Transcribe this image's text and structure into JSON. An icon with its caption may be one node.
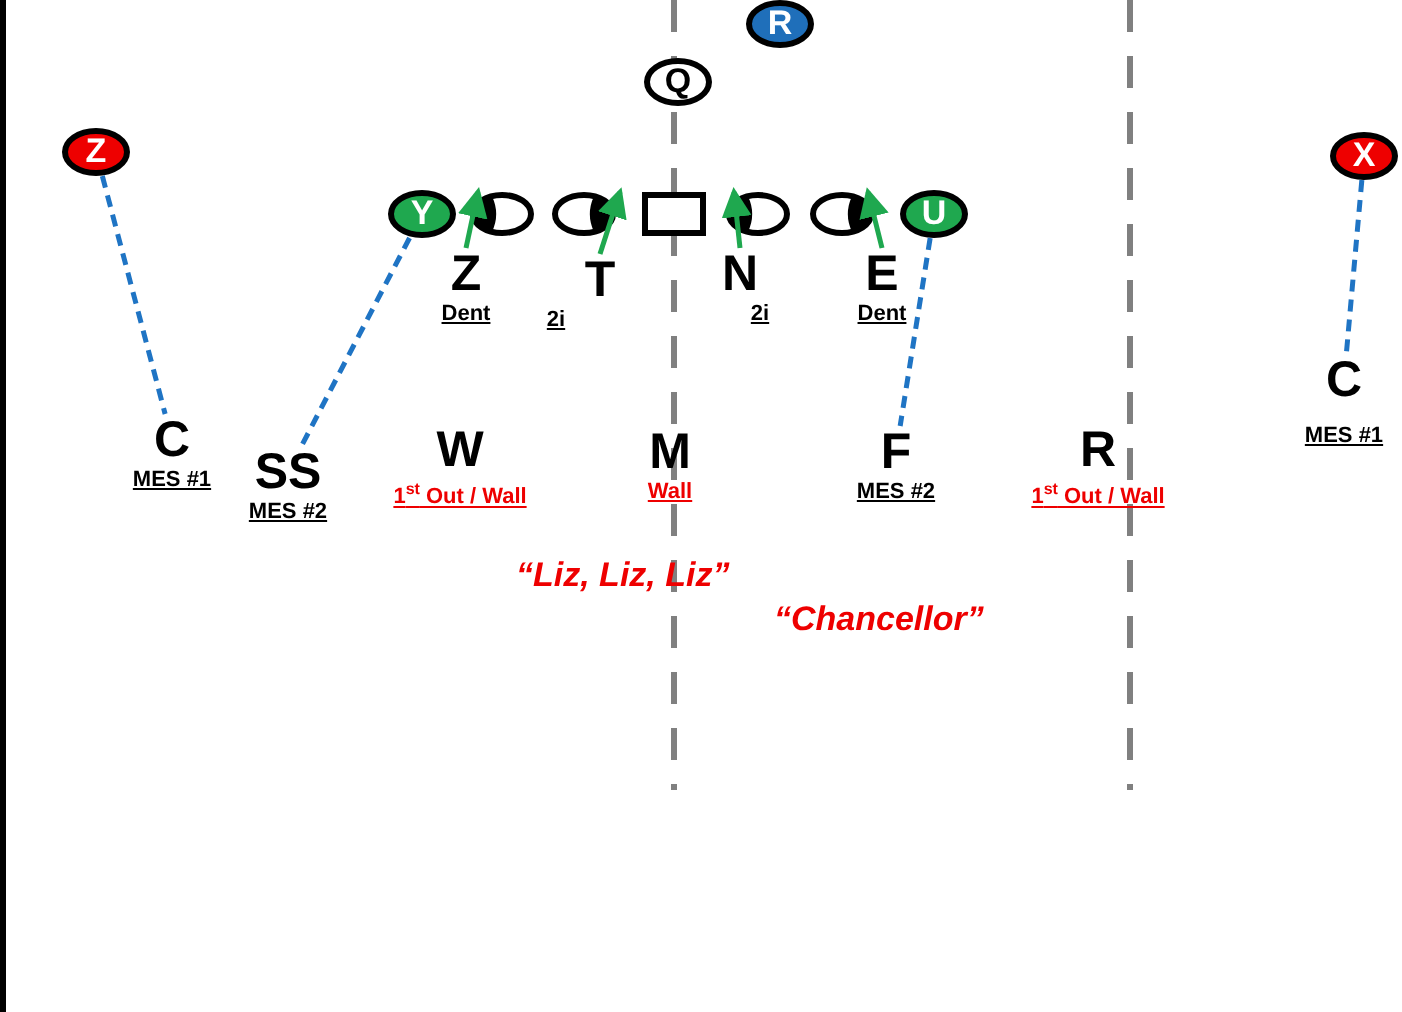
{
  "diagram": {
    "nodes": [
      {
        "text": [
          "R"
        ]
      },
      {
        "text": [
          "Q"
        ]
      },
      {
        "text": [
          "Z"
        ]
      },
      {
        "text": [
          "X"
        ]
      },
      {
        "text": [
          "Y"
        ]
      },
      {
        "text": [],
        "shape": "ellipse"
      },
      {
        "text": [],
        "shape": "ellipse"
      },
      {
        "text": [],
        "shape": "box"
      },
      {
        "text": [],
        "shape": "ellipse"
      },
      {
        "text": [],
        "shape": "ellipse"
      },
      {
        "text": [
          "U"
        ]
      },
      {
        "text": [
          "Z"
        ],
        "beside": [
          "Dent"
        ]
      },
      {
        "text": [
          "T"
        ],
        "beside": [
          "2i"
        ]
      },
      {
        "text": [
          "N"
        ],
        "beside": [
          "2i"
        ]
      },
      {
        "text": [
          "E"
        ],
        "beside": [
          "Dent"
        ]
      },
      {
        "text": [
          "C"
        ],
        "beside": [
          "MES #1"
        ]
      },
      {
        "text": [
          "SS"
        ],
        "beside": [
          "MES #2"
        ]
      },
      {
        "text": [
          "W"
        ],
        "beside": [
          "1$^{st}$ Out / Wall"
        ]
      },
      {
        "text": [
          "M"
        ],
        "beside": [
          "Wall"
        ]
      },
      {
        "text": [
          "F"
        ],
        "beside": [
          "MES #2"
        ]
      },
      {
        "text": [
          "R"
        ],
        "beside": [
          "1$^{st}$ Out / Wall"
        ]
      },
      {
        "text": [
          "C"
        ],
        "beside": [
          "MES #1"
        ]
      }
    ],
    "edges": [
      {
        "from": 2,
        "to": 15,
        "arrow": "none",
        "style": "dashed"
      },
      {
        "from": 4,
        "to": 16,
        "arrow": "none",
        "style": "dashed"
      },
      {
        "from": 10,
        "to": 19,
        "arrow": "none",
        "style": "dashed"
      },
      {
        "from": 3,
        "to": 21,
        "arrow": "none",
        "style": "dashed"
      },
      {
        "from": 11,
        "to": 5,
        "arrow": "to",
        "color": "#1fa84f"
      },
      {
        "from": 12,
        "to": 6,
        "arrow": "to",
        "color": "#1fa84f"
      },
      {
        "from": 13,
        "to": 8,
        "arrow": "to",
        "color": "#1fa84f"
      },
      {
        "from": 14,
        "to": 9,
        "arrow": "to",
        "color": "#1fa84f"
      }
    ],
    "labels": [
      "“Liz, Liz, Liz”",
      "“Chancellor”"
    ]
  }
}
